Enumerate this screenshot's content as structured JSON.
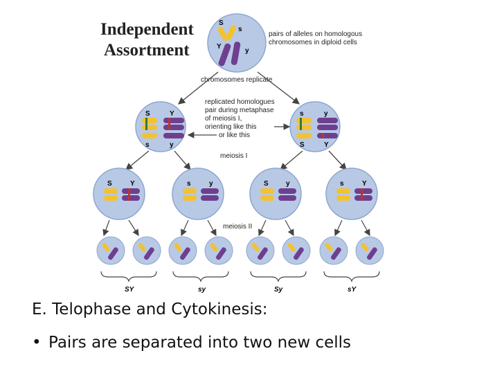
{
  "diagram": {
    "title_line1": "Independent",
    "title_line2": "Assortment",
    "top_note": "pairs of alleles on homologous chromosomes in diploid cells",
    "top_note_line1": "pairs of alleles on homologous",
    "top_note_line2": "chromosomes in diploid cells",
    "replicate_label": "chromosomes replicate",
    "metaphase_note_line1": "replicated homologues",
    "metaphase_note_line2": "pair during metaphase",
    "metaphase_note_line3": "of meiosis I,",
    "metaphase_note_line4": "orienting like this",
    "metaphase_note_line5": "or like this",
    "meiosis1_label": "meiosis I",
    "meiosis2_label": "meiosis II",
    "allele_S": "S",
    "allele_s": "s",
    "allele_Y": "Y",
    "allele_y": "y",
    "gamete_labels": [
      "SY",
      "sy",
      "Sy",
      "sY"
    ],
    "colors": {
      "cell": "#b8c9e6",
      "cell_edge": "#8ea6cf",
      "yellow_chrom": "#f2c232",
      "purple_chrom": "#6f3f8f",
      "green_band": "#2f7a3a",
      "red_band": "#c0342b",
      "arrow": "#444444"
    }
  },
  "caption": {
    "heading": "E. Telophase and Cytokinesis:",
    "bullet": "•",
    "item": "Pairs are separated into two new cells"
  }
}
